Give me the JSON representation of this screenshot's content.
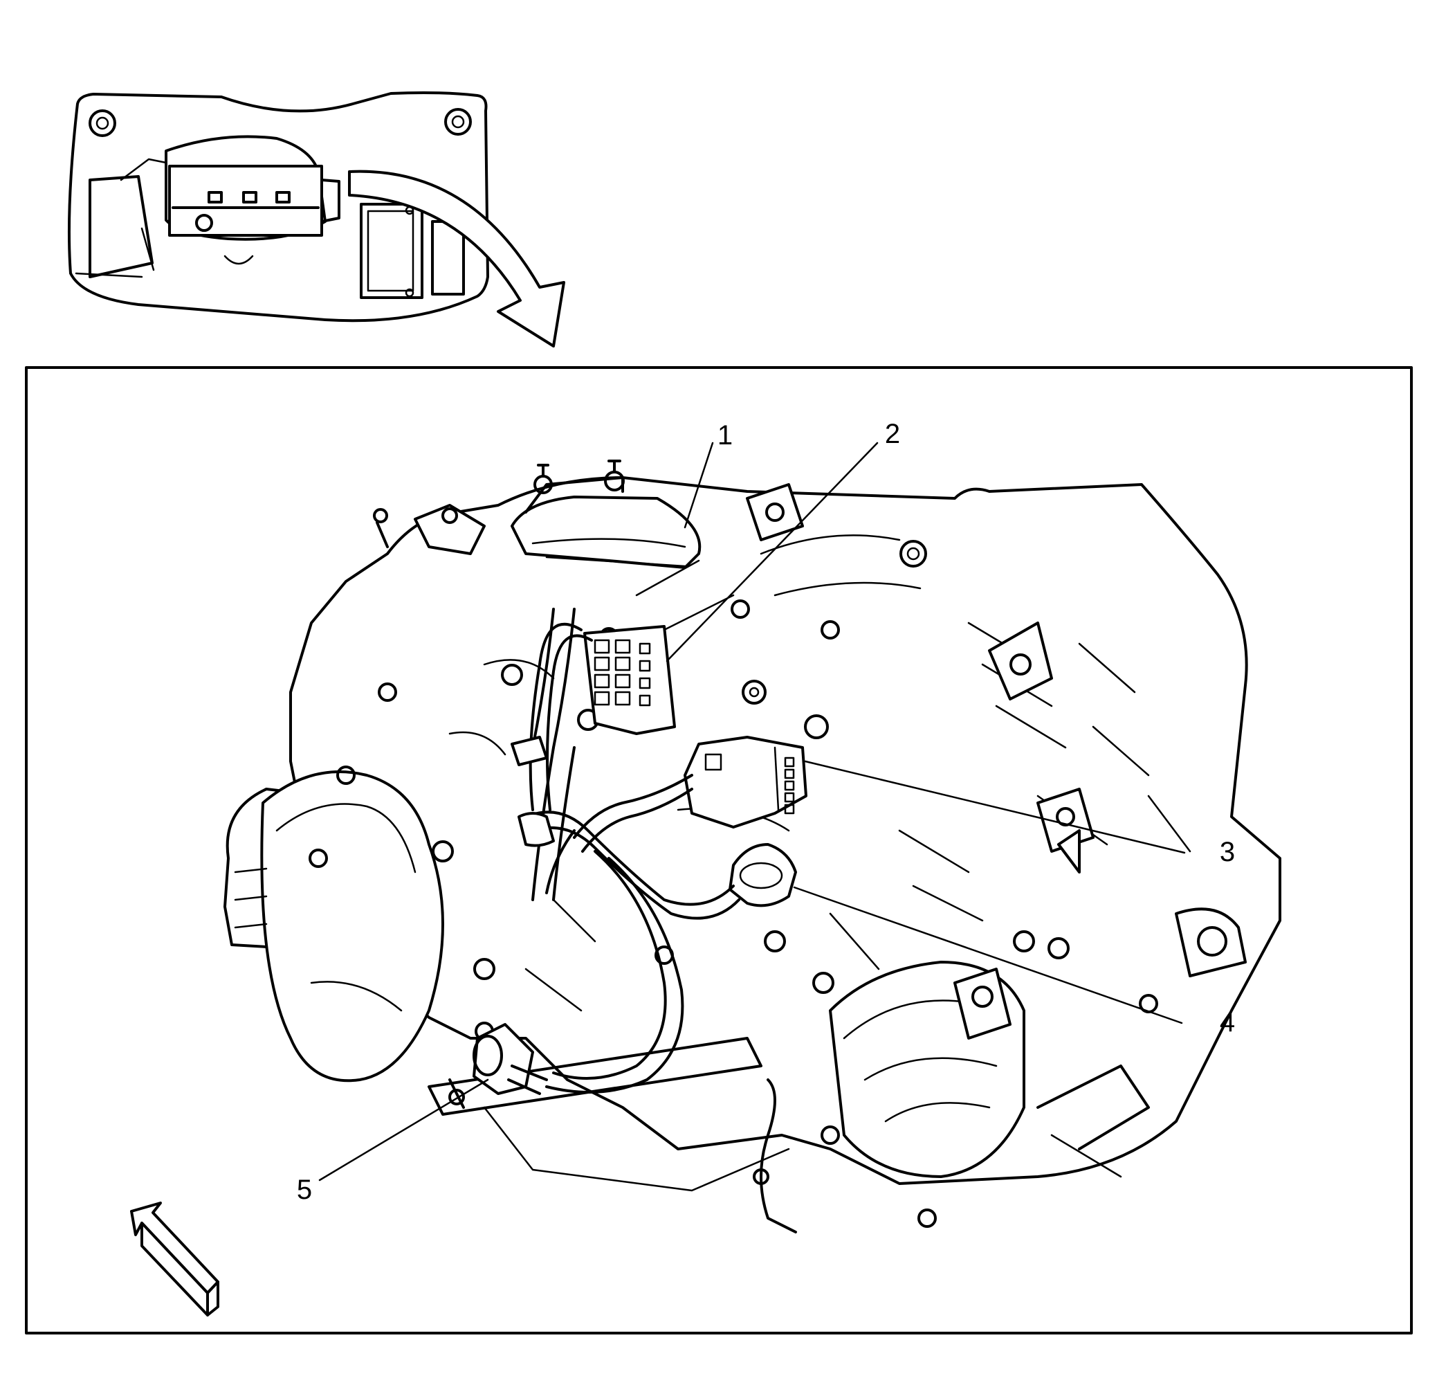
{
  "diagram": {
    "callouts": [
      {
        "id": "1",
        "label": "1"
      },
      {
        "id": "2",
        "label": "2"
      },
      {
        "id": "3",
        "label": "3"
      },
      {
        "id": "4",
        "label": "4"
      },
      {
        "id": "5",
        "label": "5"
      }
    ],
    "icons": [
      "inset-view",
      "transition-arrow",
      "direction-arrow"
    ]
  }
}
